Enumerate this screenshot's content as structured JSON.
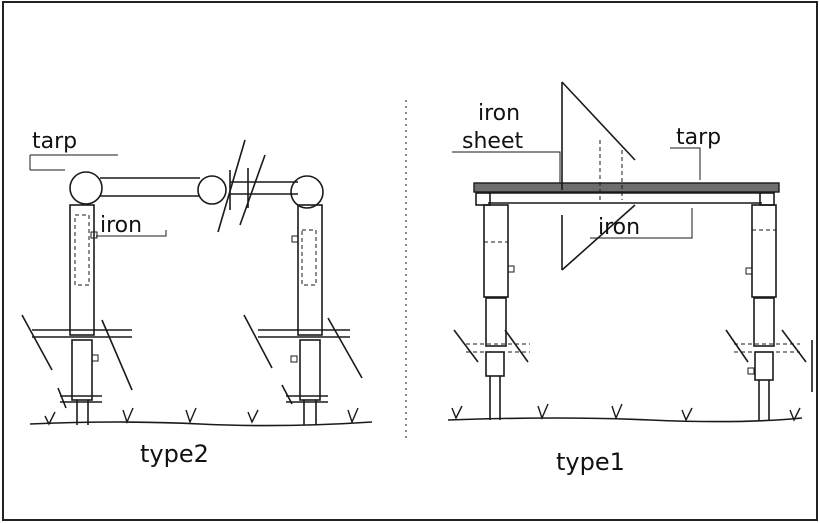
{
  "type2": {
    "label_tarp": "tarp",
    "label_iron": "iron",
    "caption": "type2"
  },
  "type1": {
    "label_iron_sheet_line1": "iron",
    "label_iron_sheet_line2": "sheet",
    "label_tarp": "tarp",
    "label_iron": "iron",
    "caption": "type1"
  }
}
